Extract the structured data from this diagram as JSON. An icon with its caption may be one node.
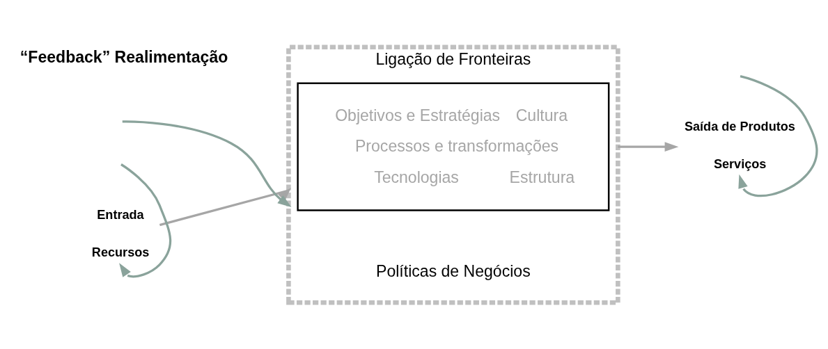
{
  "diagram": {
    "nodes": [
      {
        "text": [
          "Entrada",
          "Recursos"
        ]
      },
      {
        "text": [
          "Ligação de Fronteiras",
          "Políticas de Negócios"
        ]
      },
      {
        "text": [
          "Objetivos e Estratégias",
          "Cultura",
          "Processos e transformações",
          "Tecnologias",
          "Estrutura"
        ],
        "in": 1
      },
      {
        "text": [
          "Saída de Produtos",
          "Serviços"
        ]
      }
    ],
    "edges": [
      {
        "from": 0,
        "to": 1,
        "arrow": "to",
        "color": "#a6a6a6"
      },
      {
        "from": 1,
        "to": 3,
        "arrow": "to",
        "color": "#a6a6a6"
      },
      {
        "from": null,
        "to": 0,
        "arrow": "to"
      },
      {
        "from": null,
        "to": 1,
        "arrow": "to"
      },
      {
        "from": null,
        "to": 3,
        "arrow": "to"
      }
    ],
    "labels": [
      "“Feedback” Realimentação"
    ]
  }
}
